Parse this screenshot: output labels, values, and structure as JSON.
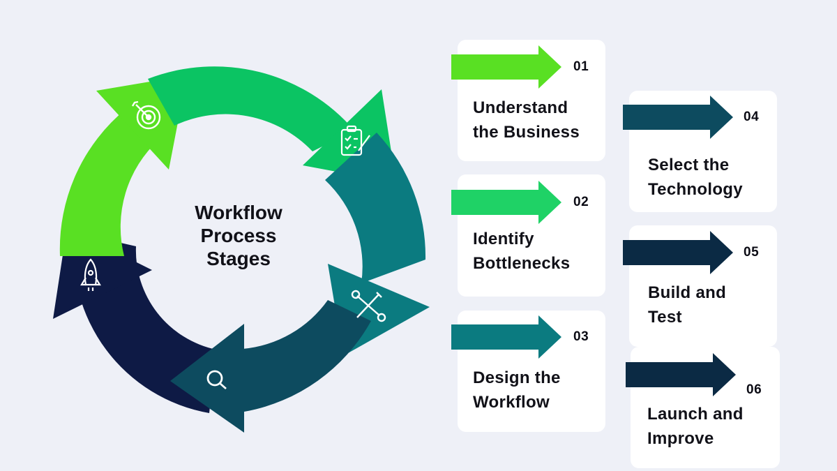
{
  "diagram": {
    "center_title": "Workflow\nProcess\nStages",
    "colors": {
      "background": "#eef0f7",
      "bright_green": "#59e023",
      "green": "#0bc463",
      "teal": "#0b7b80",
      "dark_teal": "#0d4b5f",
      "navy": "#0e1a45",
      "dark_navy": "#0b2a44"
    },
    "cycle_icons": [
      "target-icon",
      "clipboard-checklist-icon",
      "wrench-screwdriver-icon",
      "magnifier-icon",
      "rocket-icon"
    ],
    "stages": [
      {
        "number": "01",
        "label": "Understand\nthe Business",
        "color": "#59e023"
      },
      {
        "number": "02",
        "label": "Identify\nBottlenecks",
        "color": "#1fd266"
      },
      {
        "number": "03",
        "label": "Design the\nWorkflow",
        "color": "#0b7b80"
      },
      {
        "number": "04",
        "label": "Select the\nTechnology",
        "color": "#0d4b5f"
      },
      {
        "number": "05",
        "label": "Build and\nTest",
        "color": "#0b2a44"
      },
      {
        "number": "06",
        "label": "Launch and\nImprove",
        "color": "#0b2a44"
      }
    ]
  }
}
